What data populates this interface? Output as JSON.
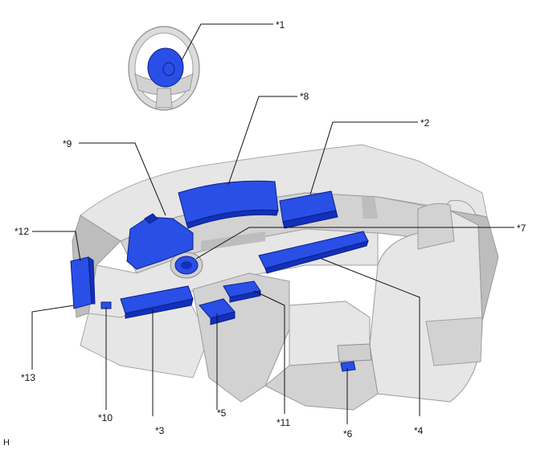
{
  "colors": {
    "component_fill": "#2a4fe6",
    "component_dark": "#1330b8",
    "body_fill": "#e6e6e6"
  },
  "callouts": [
    {
      "id": "1",
      "label": "*1"
    },
    {
      "id": "2",
      "label": "*2"
    },
    {
      "id": "3",
      "label": "*3"
    },
    {
      "id": "4",
      "label": "*4"
    },
    {
      "id": "5",
      "label": "*5"
    },
    {
      "id": "6",
      "label": "*6"
    },
    {
      "id": "7",
      "label": "*7"
    },
    {
      "id": "8",
      "label": "*8"
    },
    {
      "id": "9",
      "label": "*9"
    },
    {
      "id": "10",
      "label": "*10"
    },
    {
      "id": "11",
      "label": "*11"
    },
    {
      "id": "12",
      "label": "*12"
    },
    {
      "id": "13",
      "label": "*13"
    }
  ],
  "corner_label": "H"
}
